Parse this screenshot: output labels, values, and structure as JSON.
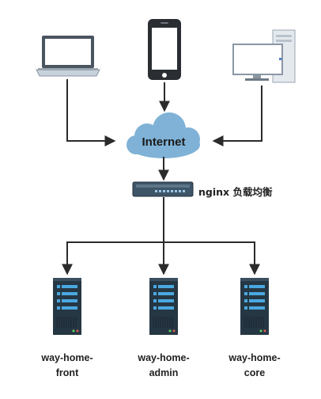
{
  "internet": {
    "label": "Internet"
  },
  "load_balancer": {
    "label": "nginx 负载均衡"
  },
  "clients": [
    {
      "name": "laptop"
    },
    {
      "name": "phone"
    },
    {
      "name": "desktop"
    }
  ],
  "servers": [
    {
      "label": "way-home-\nfront"
    },
    {
      "label": "way-home-\nadmin"
    },
    {
      "label": "way-home-\ncore"
    }
  ],
  "colors": {
    "line": "#2b2b2b",
    "cloud": "#7fb2d6",
    "server_body": "#263744",
    "server_led": "#4aa8e0",
    "switch_body": "#3e5568",
    "monitor_blue": "#4f7ec9"
  }
}
